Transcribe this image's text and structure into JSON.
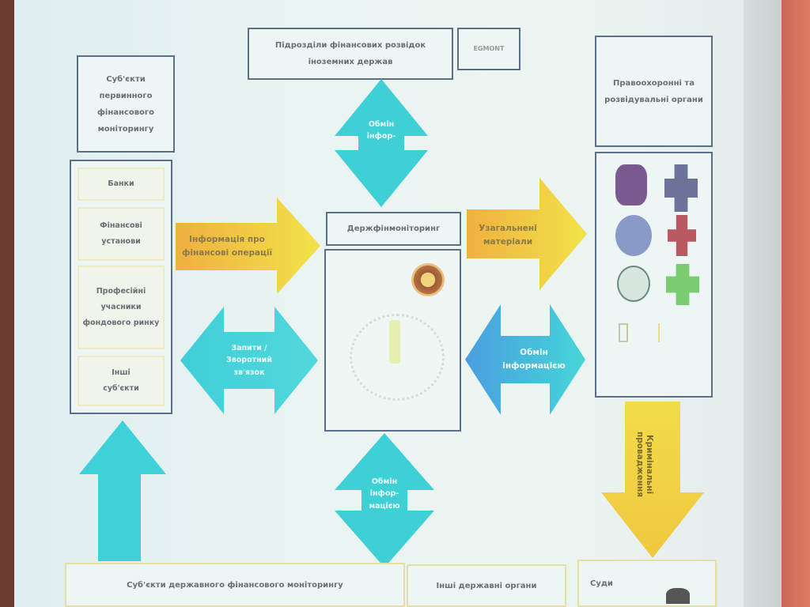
{
  "top": {
    "foreign_fiu": "Підрозділи фінансових розвідок іноземних держав",
    "egmont_logo": "EGMONT"
  },
  "left": {
    "header": "Суб'єкти первинного фінансового моніторингу",
    "items": [
      "Банки",
      "Фінансові установи",
      "Професійні учасники фондового ринку",
      "Інші суб'єкти"
    ]
  },
  "center": {
    "title": "Держфінмоніторинг"
  },
  "right": {
    "header": "Правоохоронні та розвідувальні органи"
  },
  "arrows": {
    "info_ops": "Інформація про фінансові операції",
    "requests": "Запити / Зворотний зв'язок",
    "exchange_top": "Обмін інфор-",
    "generalized": "Узагальнені матеріали",
    "exchange_right": "Обмін інформацією",
    "exchange_bottom": "Обмін інфор-мацією",
    "criminal": "Кримінальні провадження"
  },
  "bottom": {
    "state_subjects": "Суб'єкти державного фінансового моніторингу",
    "other_bodies": "Інші державні органи",
    "courts": "Суди"
  },
  "colors": {
    "teal": "#3fcfd8",
    "yellow": "#f2dc4a",
    "orange": "#f0b040",
    "border": "#5b6f86"
  }
}
